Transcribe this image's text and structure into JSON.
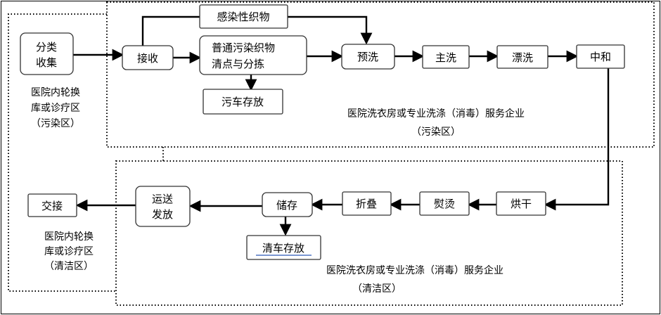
{
  "nodes": {
    "classify_collect": [
      "分类",
      "收集"
    ],
    "receive": "接收",
    "infectious": "感染性织物",
    "general_sort": [
      "普通污染织物",
      "清点与分拣"
    ],
    "dirty_cart": "污车存放",
    "prewash": "预洗",
    "main_wash": "主洗",
    "rinse": "漂洗",
    "neutralize": "中和",
    "dry": "烘干",
    "iron": "熨烫",
    "fold": "折叠",
    "store": "储存",
    "clean_cart": "清车存放",
    "deliver": [
      "运送",
      "发放"
    ],
    "handover": "交接"
  },
  "zones": {
    "hospital_dirty": [
      "医院内轮换",
      "库或诊疗区",
      "（污染区）"
    ],
    "laundry_dirty": [
      "医院洗衣房或专业洗涤（消毒）服务企业",
      "（污染区）"
    ],
    "hospital_clean": [
      "医院内轮换",
      "库或诊疗区",
      "（清洁区）"
    ],
    "laundry_clean": [
      "医院洗衣房或专业洗涤（消毒）服务企业",
      "（清洁区）"
    ]
  }
}
